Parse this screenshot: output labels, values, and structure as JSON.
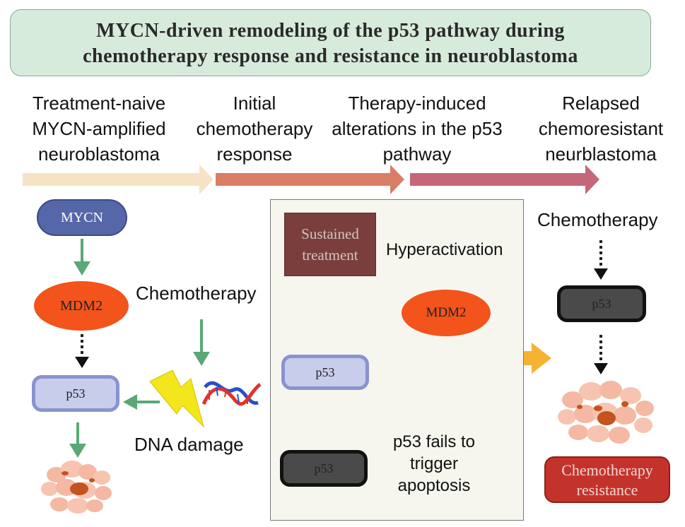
{
  "title": {
    "line1": "MYCN-driven remodeling of the p53 pathway during",
    "line2": "chemotherapy response and resistance in neuroblastoma"
  },
  "stages": [
    {
      "line1": "Treatment-naive",
      "line2": "MYCN-amplified",
      "line3": "neuroblastoma"
    },
    {
      "line1": "Initial",
      "line2": "chemotherapy",
      "line3": "response"
    },
    {
      "line1": "Therapy-induced",
      "line2": "alterations in the p53",
      "line3": "pathway"
    },
    {
      "line1": "Relapsed",
      "line2": "chemoresistant",
      "line3": "neurblastoma"
    }
  ],
  "left": {
    "mycn": "MYCN",
    "mdm2": "MDM2",
    "p53": "p53",
    "chemotherapy": "Chemotherapy",
    "dna_damage": "DNA damage"
  },
  "middle": {
    "sustained_line1": "Sustained",
    "sustained_line2": "treatment",
    "hyperactivation": "Hyperactivation",
    "mdm2": "MDM2",
    "p53_active": "p53",
    "p53_inactive": "p53",
    "fails_line1": "p53 fails to",
    "fails_line2": "trigger",
    "fails_line3": "apoptosis"
  },
  "right": {
    "chemotherapy": "Chemotherapy",
    "p53": "p53",
    "resistance_line1": "Chemotherapy",
    "resistance_line2": "resistance"
  },
  "colors": {
    "title_bg": "#d7ebdc",
    "stage_arrow_1": "#f5e3c4",
    "stage_arrow_2": "#d97e66",
    "stage_arrow_3": "#c4677b",
    "mycn": "#5567a8",
    "mdm2": "#f2541b",
    "p53_active": "#c9cdec",
    "p53_inactive": "#4a4a4a",
    "green_arrow": "#5aa875",
    "sustained": "#7a3f3c",
    "resistance": "#c4332b",
    "transition_arrow": "#f5b233"
  },
  "icons": [
    "lightning-icon",
    "dna-helix-icon",
    "tumor-cells-icon",
    "inhibition-bar-icon"
  ]
}
